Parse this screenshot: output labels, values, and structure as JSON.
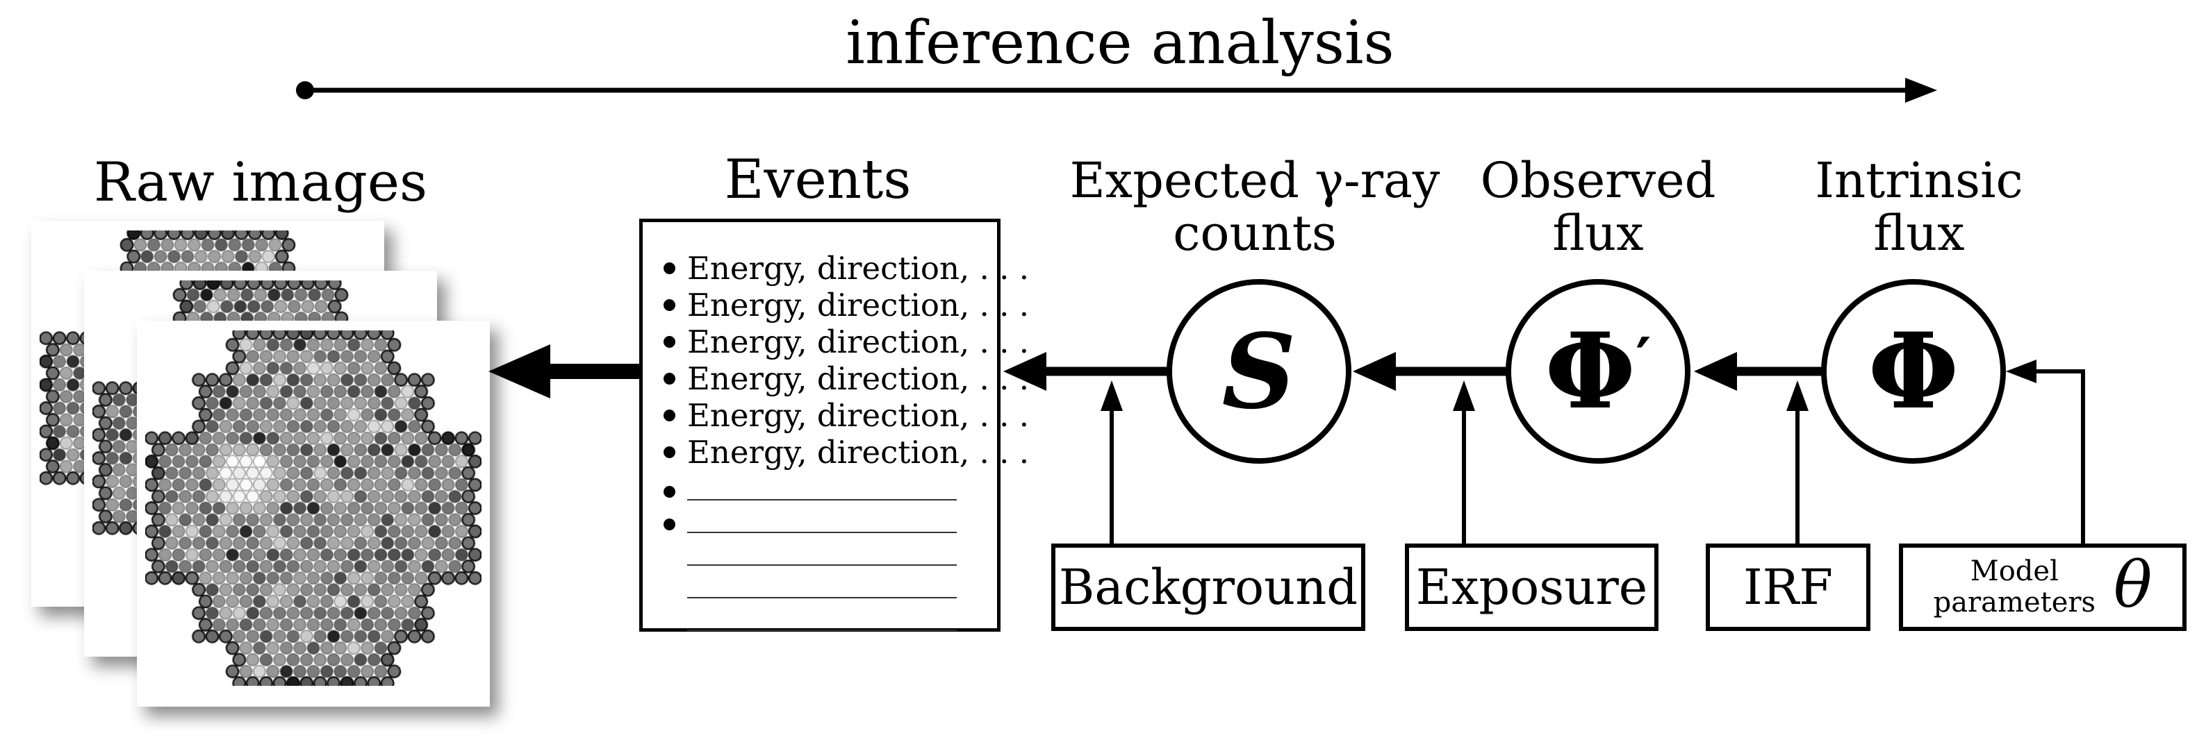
{
  "page": {
    "background": "#ffffff",
    "ink": "#000000",
    "rule_color": "#333333"
  },
  "header": {
    "title": "inference analysis"
  },
  "raw_images": {
    "label": "Raw images",
    "card_count": 3
  },
  "events": {
    "label": "Events",
    "items": [
      "Energy, direction, . . .",
      "Energy, direction, . . .",
      "Energy, direction, . . .",
      "Energy, direction, . . .",
      "Energy, direction, . . .",
      "Energy, direction, . . ."
    ],
    "ruled_rows": [
      {
        "bullet": true
      },
      {
        "bullet": true
      },
      {
        "bullet": false
      },
      {
        "bullet": false
      },
      {
        "bullet": false
      }
    ]
  },
  "nodes": [
    {
      "id": "expected-counts",
      "label_line1": "Expected γ-ray",
      "label_line2": "counts",
      "symbol": "S",
      "prime": ""
    },
    {
      "id": "observed-flux",
      "label_line1": "Observed",
      "label_line2": "flux",
      "symbol": "Φ",
      "prime": "′"
    },
    {
      "id": "intrinsic-flux",
      "label_line1": "Intrinsic",
      "label_line2": "flux",
      "symbol": "Φ",
      "prime": ""
    }
  ],
  "inputs": {
    "background": {
      "label": "Background"
    },
    "exposure": {
      "label": "Exposure"
    },
    "irf": {
      "label": "IRF"
    },
    "model": {
      "line1": "Model",
      "line2": "parameters",
      "symbol": "θ"
    }
  }
}
